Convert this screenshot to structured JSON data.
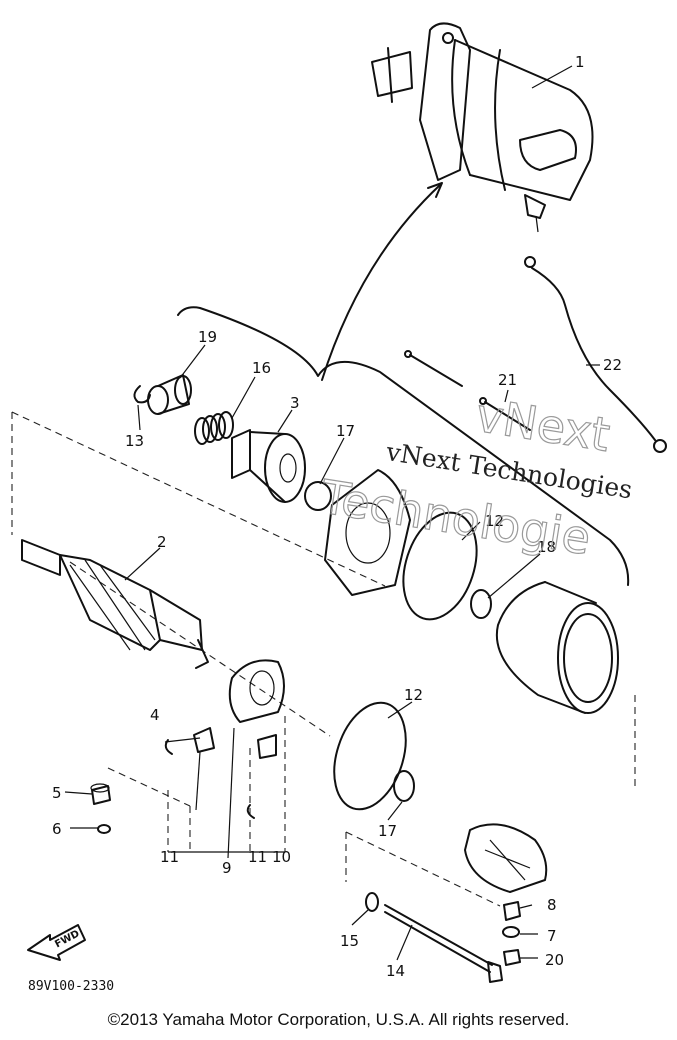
{
  "diagram": {
    "callouts": {
      "c1": "1",
      "c2": "2",
      "c3": "3",
      "c4": "4",
      "c5": "5",
      "c6": "6",
      "c7": "7",
      "c8": "8",
      "c9": "9",
      "c10": "10",
      "c11a": "11",
      "c11b": "11",
      "c12a": "12",
      "c12b": "12",
      "c13": "13",
      "c14": "14",
      "c15": "15",
      "c16": "16",
      "c17a": "17",
      "c17b": "17",
      "c18": "18",
      "c19": "19",
      "c20": "20",
      "c21": "21",
      "c22": "22"
    },
    "fwd_label": "FWD",
    "drawing_code": "89V100-2330",
    "watermark": {
      "line1": "vNext Technologies",
      "outline_a": "vNext",
      "outline_b": "Technologie"
    }
  },
  "footer": {
    "copyright": "©2013 Yamaha Motor Corporation, U.S.A. All rights reserved."
  }
}
